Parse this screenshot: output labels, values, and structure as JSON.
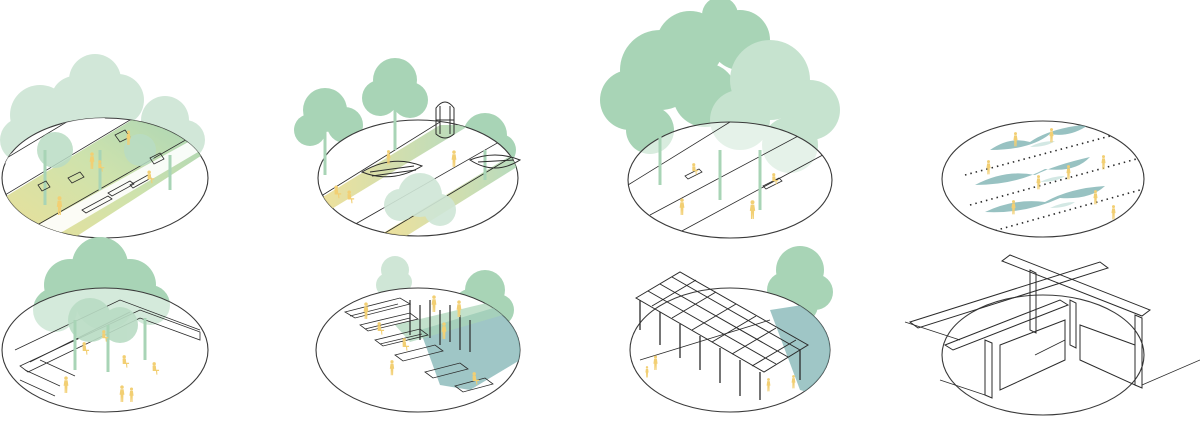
{
  "palette": {
    "tree_light": "#cfe6d6",
    "tree_mid": "#a8d4b6",
    "tree_dark": "#8fc4a0",
    "figure": "#f2cf73",
    "gradient_yellow": "#eddc8a",
    "gradient_green": "#9fd0ae",
    "water": "#7fb3b3",
    "line": "#2b2b2b",
    "background": "#ffffff"
  },
  "vignettes": [
    {
      "id": "forest-path",
      "row": 1,
      "col": 1,
      "elements": [
        "tree-canopy",
        "gradient-strip",
        "chairs",
        "benches",
        "people"
      ]
    },
    {
      "id": "boat-pavilion",
      "row": 1,
      "col": 2,
      "elements": [
        "tree-canopy",
        "boat-shelters",
        "gazebo",
        "people"
      ]
    },
    {
      "id": "grove-promenade",
      "row": 1,
      "col": 3,
      "elements": [
        "tree-canopy",
        "benches",
        "people"
      ]
    },
    {
      "id": "water-strips",
      "row": 1,
      "col": 4,
      "elements": [
        "water-strips",
        "dotted-lines",
        "people"
      ]
    },
    {
      "id": "tree-plaza",
      "row": 2,
      "col": 1,
      "elements": [
        "tree-canopy",
        "steps",
        "chairs",
        "people"
      ]
    },
    {
      "id": "terraced-deck",
      "row": 2,
      "col": 2,
      "elements": [
        "tree-canopy",
        "terraced-deck",
        "pergola-posts",
        "water",
        "people"
      ]
    },
    {
      "id": "covered-walkway",
      "row": 2,
      "col": 3,
      "elements": [
        "tree-canopy",
        "pergola-roof",
        "water",
        "people"
      ]
    },
    {
      "id": "frame-structure",
      "row": 2,
      "col": 4,
      "elements": [
        "frame-structure"
      ]
    }
  ]
}
